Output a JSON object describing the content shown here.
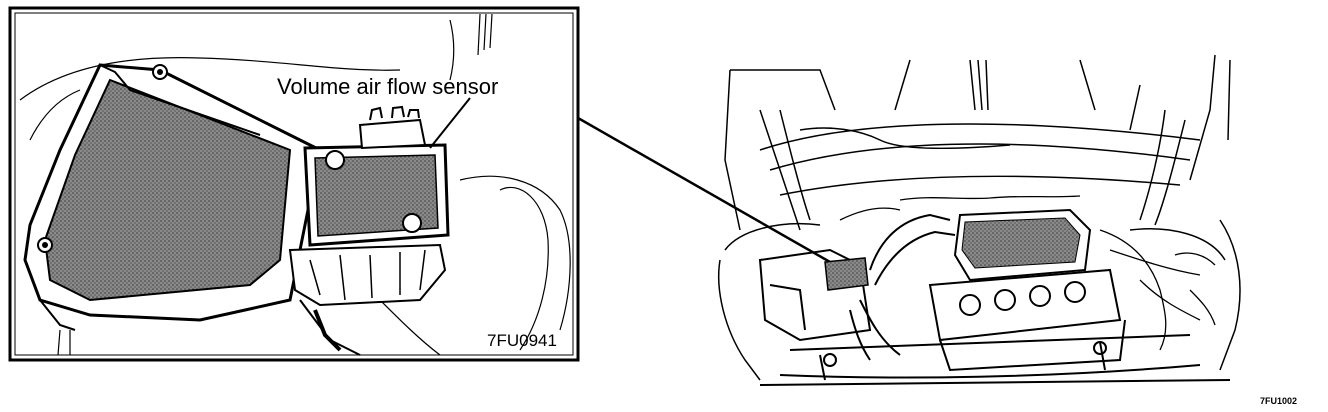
{
  "detail_view": {
    "callout_label": "Volume air flow sensor",
    "figure_code": "7FU0941"
  },
  "overview": {
    "figure_code": "7FU1002"
  },
  "colors": {
    "ink": "#000000",
    "shade": "#6f6f6f",
    "paper": "#ffffff"
  }
}
